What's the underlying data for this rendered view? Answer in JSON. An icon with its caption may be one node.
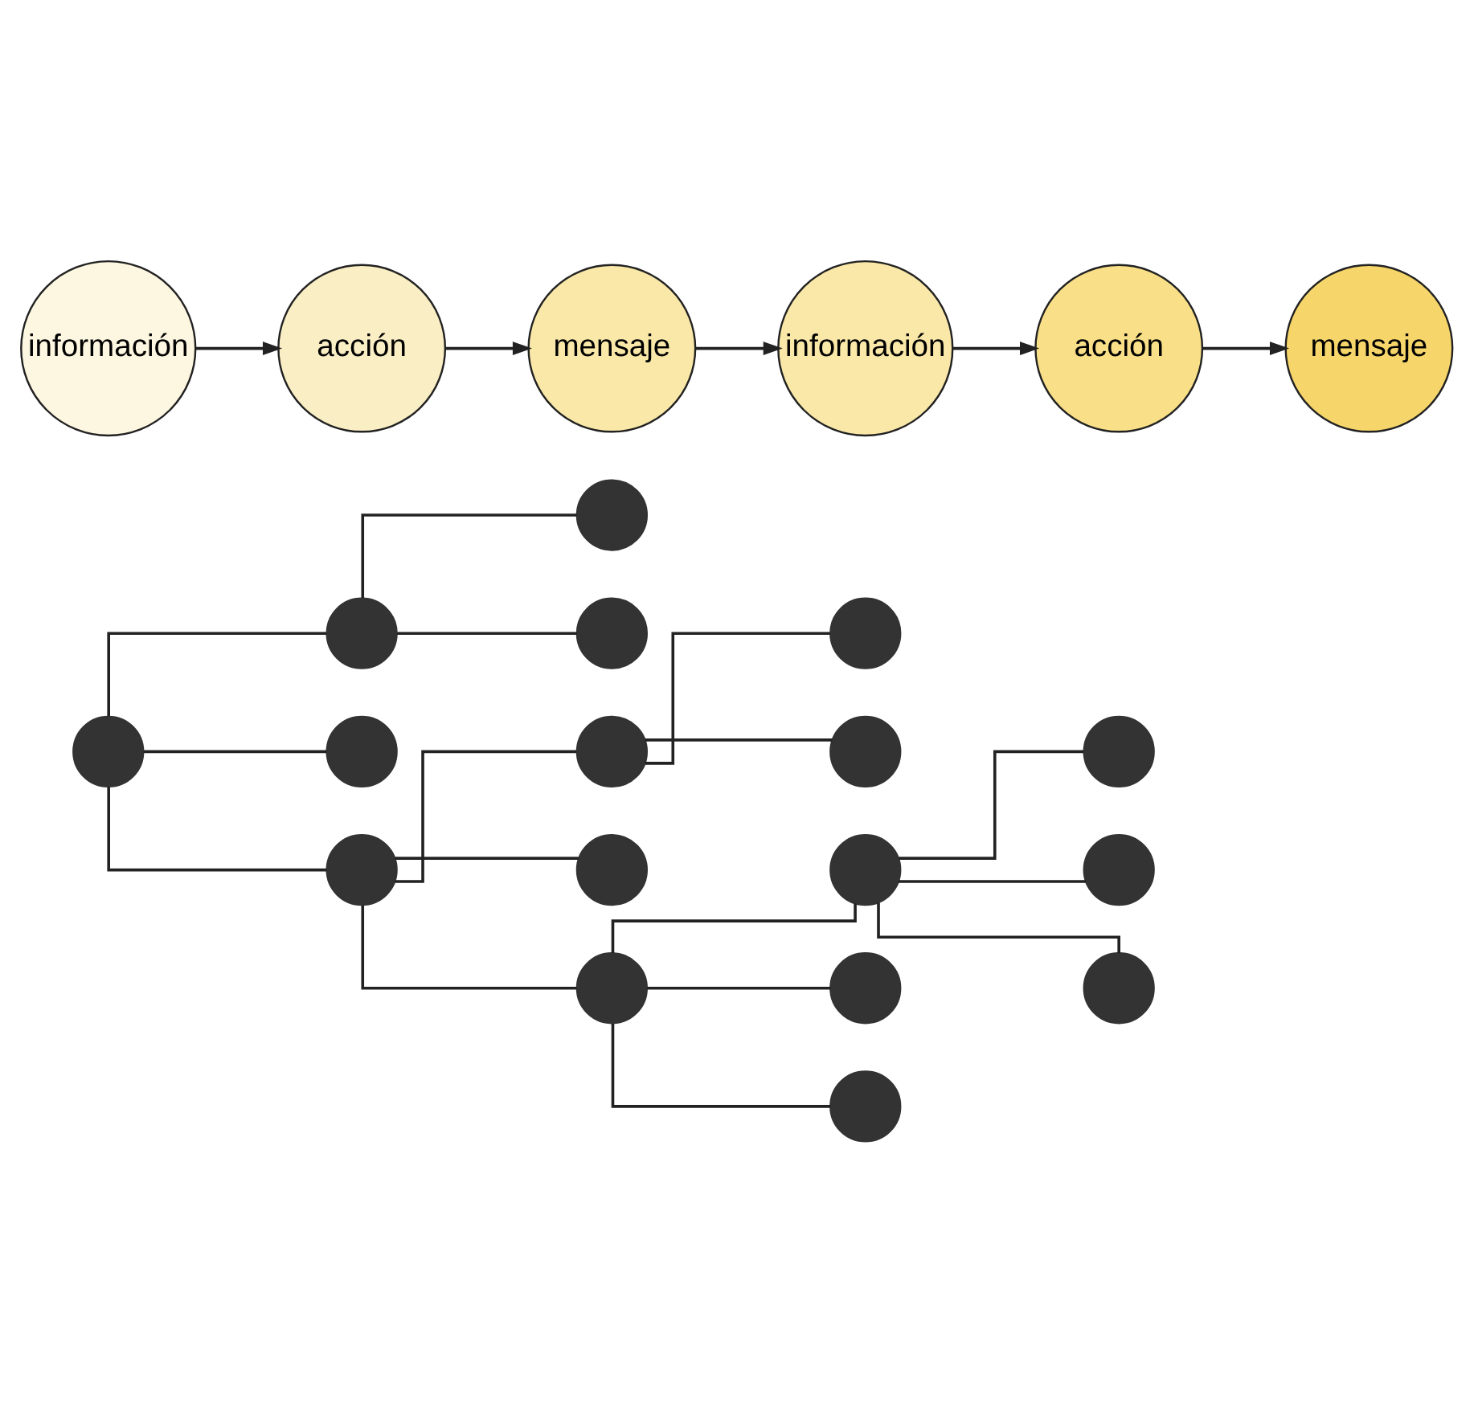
{
  "diagram": {
    "nodes": [
      {
        "text": [],
        "shape": "circle"
      },
      {
        "text": [],
        "shape": "circle"
      },
      {
        "text": [],
        "shape": "circle"
      },
      {
        "text": [],
        "shape": "circle"
      },
      {
        "text": [],
        "shape": "circle"
      },
      {
        "text": [],
        "shape": "circle"
      },
      {
        "text": [],
        "shape": "circle"
      },
      {
        "text": [],
        "shape": "circle"
      },
      {
        "text": [],
        "shape": "circle"
      },
      {
        "text": [],
        "shape": "circle"
      },
      {
        "text": [],
        "shape": "circle"
      },
      {
        "text": [],
        "shape": "circle"
      },
      {
        "text": [],
        "shape": "circle"
      },
      {
        "text": [],
        "shape": "circle"
      },
      {
        "text": [],
        "shape": "circle"
      },
      {
        "text": [],
        "shape": "circle"
      },
      {
        "text": [],
        "shape": "circle"
      },
      {
        "text": [
          "información"
        ]
      },
      {
        "text": [
          "acción"
        ]
      },
      {
        "text": [
          "mensaje"
        ]
      },
      {
        "text": [
          "información"
        ]
      },
      {
        "text": [
          "acción"
        ]
      },
      {
        "text": [
          "mensaje"
        ]
      }
    ],
    "edges": [
      {
        "from": 0,
        "to": 1,
        "arrow": "none"
      },
      {
        "from": 0,
        "to": 2,
        "arrow": "none"
      },
      {
        "from": 0,
        "to": 3,
        "arrow": "none"
      },
      {
        "from": 1,
        "to": 4,
        "arrow": "none"
      },
      {
        "from": 1,
        "to": 5,
        "arrow": "none"
      },
      {
        "from": 3,
        "to": 6,
        "arrow": "none"
      },
      {
        "from": 3,
        "to": 7,
        "arrow": "none"
      },
      {
        "from": 3,
        "to": 8,
        "arrow": "none"
      },
      {
        "from": 6,
        "to": 9,
        "arrow": "none"
      },
      {
        "from": 6,
        "to": 10,
        "arrow": "none"
      },
      {
        "from": 8,
        "to": 11,
        "arrow": "none"
      },
      {
        "from": 8,
        "to": 12,
        "arrow": "none"
      },
      {
        "from": 8,
        "to": 13,
        "arrow": "none"
      },
      {
        "from": 11,
        "to": 14,
        "arrow": "none"
      },
      {
        "from": 11,
        "to": 15,
        "arrow": "none"
      },
      {
        "from": 11,
        "to": 16,
        "arrow": "none"
      },
      {
        "from": 17,
        "to": 18,
        "arrow": "to"
      },
      {
        "from": 18,
        "to": 19,
        "arrow": "to"
      },
      {
        "from": 19,
        "to": 20,
        "arrow": "to"
      },
      {
        "from": 20,
        "to": 21,
        "arrow": "to"
      },
      {
        "from": 21,
        "to": 22,
        "arrow": "to"
      }
    ]
  }
}
